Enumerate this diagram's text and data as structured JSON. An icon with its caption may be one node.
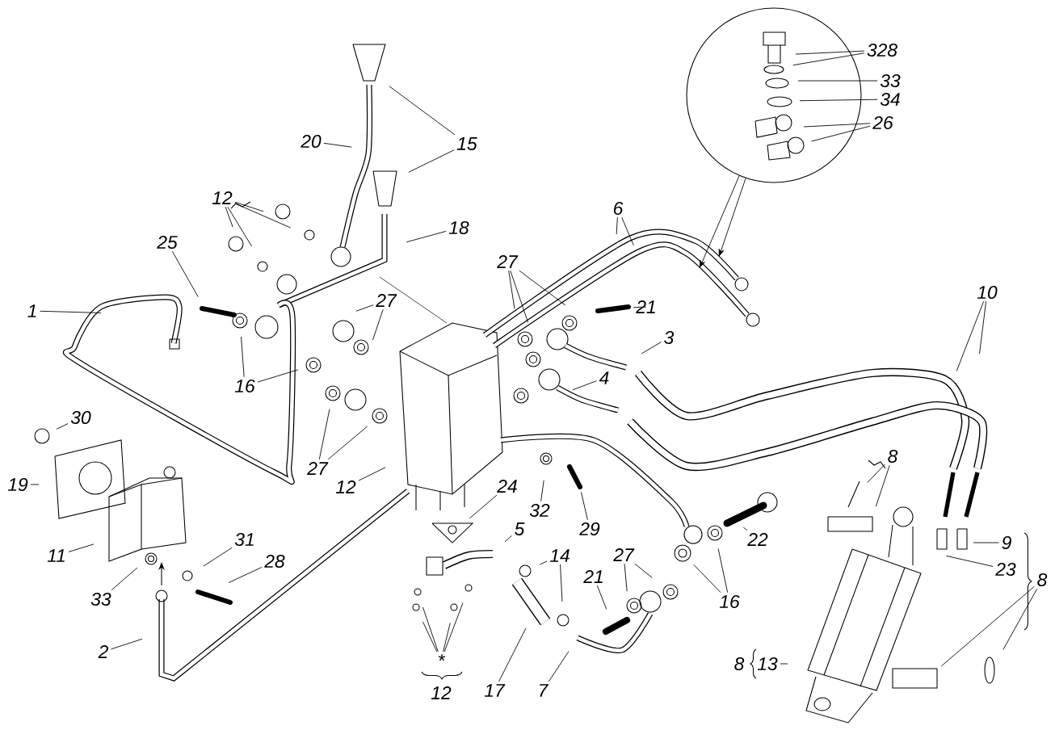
{
  "diagram": {
    "nodes": [
      {
        "text": [],
        "shape": "circle"
      },
      {
        "text": [
          "328"
        ]
      },
      {
        "text": [
          "33"
        ]
      },
      {
        "text": [
          "34"
        ]
      },
      {
        "text": [
          "26"
        ]
      },
      {
        "text": [
          "15"
        ]
      },
      {
        "text": [
          "20"
        ]
      },
      {
        "text": [
          "12"
        ]
      },
      {
        "text": [
          "6"
        ]
      },
      {
        "text": [
          "18"
        ]
      },
      {
        "text": [
          "25"
        ]
      },
      {
        "text": [
          "27"
        ]
      },
      {
        "text": [
          "10"
        ]
      },
      {
        "text": [
          "1"
        ]
      },
      {
        "text": [
          "21"
        ]
      },
      {
        "text": [
          "27"
        ]
      },
      {
        "text": [
          "3"
        ]
      },
      {
        "text": [
          "4"
        ]
      },
      {
        "text": [
          "16"
        ]
      },
      {
        "text": [
          "30"
        ]
      },
      {
        "text": [
          "8"
        ]
      },
      {
        "text": [
          "27"
        ]
      },
      {
        "text": [
          "19"
        ]
      },
      {
        "text": [
          "12"
        ]
      },
      {
        "text": [
          "24"
        ]
      },
      {
        "text": [
          "32"
        ]
      },
      {
        "text": [
          "29"
        ]
      },
      {
        "text": [
          "5"
        ]
      },
      {
        "text": [
          "22"
        ]
      },
      {
        "text": [
          "9"
        ]
      },
      {
        "text": [
          "28"
        ]
      },
      {
        "text": [
          "31"
        ]
      },
      {
        "text": [
          "11"
        ]
      },
      {
        "text": [
          "14"
        ]
      },
      {
        "text": [
          "27"
        ]
      },
      {
        "text": [
          "23"
        ]
      },
      {
        "text": [
          "8"
        ]
      },
      {
        "text": [
          "21"
        ]
      },
      {
        "text": [
          "33"
        ]
      },
      {
        "text": [
          "16"
        ]
      },
      {
        "text": [
          "2"
        ]
      },
      {
        "text": [
          "*"
        ]
      },
      {
        "text": [
          "13"
        ]
      },
      {
        "text": [
          "17"
        ]
      },
      {
        "text": [
          "7"
        ]
      }
    ],
    "edges": [
      {
        "from": 0,
        "to": null,
        "arrow": "to"
      },
      {
        "from": 0,
        "to": null,
        "arrow": "to"
      },
      {
        "from": 1,
        "to": 0,
        "arrow": "none"
      },
      {
        "from": 1,
        "to": 0,
        "arrow": "none"
      },
      {
        "from": 2,
        "to": 0,
        "arrow": "none"
      },
      {
        "from": 3,
        "to": 0,
        "arrow": "none"
      },
      {
        "from": 4,
        "to": 0,
        "arrow": "none"
      },
      {
        "from": 4,
        "to": 0,
        "arrow": "none"
      },
      {
        "from": 5,
        "to": null,
        "arrow": "none"
      },
      {
        "from": 5,
        "to": null,
        "arrow": "none"
      },
      {
        "from": 6,
        "to": null,
        "arrow": "none"
      },
      {
        "from": 7,
        "to": null,
        "arrow": "none"
      },
      {
        "from": 7,
        "to": null,
        "arrow": "none"
      },
      {
        "from": 7,
        "to": null,
        "arrow": "none"
      },
      {
        "from": 7,
        "to": null,
        "arrow": "none"
      },
      {
        "from": 8,
        "to": null,
        "arrow": "none"
      },
      {
        "from": 8,
        "to": null,
        "arrow": "none"
      },
      {
        "from": 9,
        "to": null,
        "arrow": "none"
      },
      {
        "from": 10,
        "to": null,
        "arrow": "none"
      },
      {
        "from": 11,
        "to": null,
        "arrow": "none"
      },
      {
        "from": 11,
        "to": null,
        "arrow": "none"
      },
      {
        "from": 11,
        "to": null,
        "arrow": "none"
      },
      {
        "from": 12,
        "to": null,
        "arrow": "none"
      },
      {
        "from": 12,
        "to": null,
        "arrow": "none"
      },
      {
        "from": 13,
        "to": null,
        "arrow": "none"
      },
      {
        "from": 14,
        "to": null,
        "arrow": "none"
      },
      {
        "from": 15,
        "to": null,
        "arrow": "none"
      },
      {
        "from": 15,
        "to": null,
        "arrow": "none"
      },
      {
        "from": 16,
        "to": null,
        "arrow": "none"
      },
      {
        "from": 17,
        "to": null,
        "arrow": "none"
      },
      {
        "from": 18,
        "to": null,
        "arrow": "none"
      },
      {
        "from": 18,
        "to": null,
        "arrow": "none"
      },
      {
        "from": 19,
        "to": null,
        "arrow": "none"
      },
      {
        "from": 20,
        "to": null,
        "arrow": "none"
      },
      {
        "from": 20,
        "to": null,
        "arrow": "none"
      },
      {
        "from": 21,
        "to": null,
        "arrow": "none"
      },
      {
        "from": 21,
        "to": null,
        "arrow": "none"
      },
      {
        "from": 22,
        "to": null,
        "arrow": "none"
      },
      {
        "from": 23,
        "to": null,
        "arrow": "none"
      },
      {
        "from": 24,
        "to": null,
        "arrow": "none"
      },
      {
        "from": 25,
        "to": null,
        "arrow": "none"
      },
      {
        "from": 26,
        "to": null,
        "arrow": "none"
      },
      {
        "from": 27,
        "to": null,
        "arrow": "none"
      },
      {
        "from": 28,
        "to": null,
        "arrow": "none"
      },
      {
        "from": 29,
        "to": null,
        "arrow": "none"
      },
      {
        "from": 30,
        "to": null,
        "arrow": "none"
      },
      {
        "from": 31,
        "to": null,
        "arrow": "none"
      },
      {
        "from": 32,
        "to": null,
        "arrow": "none"
      },
      {
        "from": 33,
        "to": null,
        "arrow": "none"
      },
      {
        "from": 33,
        "to": null,
        "arrow": "none"
      },
      {
        "from": 34,
        "to": null,
        "arrow": "none"
      },
      {
        "from": 34,
        "to": null,
        "arrow": "none"
      },
      {
        "from": 35,
        "to": null,
        "arrow": "none"
      },
      {
        "from": 36,
        "to": null,
        "arrow": "none"
      },
      {
        "from": 36,
        "to": null,
        "arrow": "none"
      },
      {
        "from": 37,
        "to": null,
        "arrow": "none"
      },
      {
        "from": 38,
        "to": null,
        "arrow": "none"
      },
      {
        "from": 39,
        "to": null,
        "arrow": "none"
      },
      {
        "from": 39,
        "to": null,
        "arrow": "none"
      },
      {
        "from": 40,
        "to": null,
        "arrow": "none"
      },
      {
        "from": 41,
        "to": null,
        "arrow": "none"
      },
      {
        "from": 41,
        "to": null,
        "arrow": "none"
      },
      {
        "from": 41,
        "to": null,
        "arrow": "none"
      },
      {
        "from": 41,
        "to": null,
        "arrow": "none"
      },
      {
        "from": 42,
        "to": null,
        "arrow": "none"
      },
      {
        "from": 43,
        "to": null,
        "arrow": "none"
      },
      {
        "from": 44,
        "to": null,
        "arrow": "none"
      }
    ],
    "labels": [
      "8",
      "12"
    ]
  }
}
